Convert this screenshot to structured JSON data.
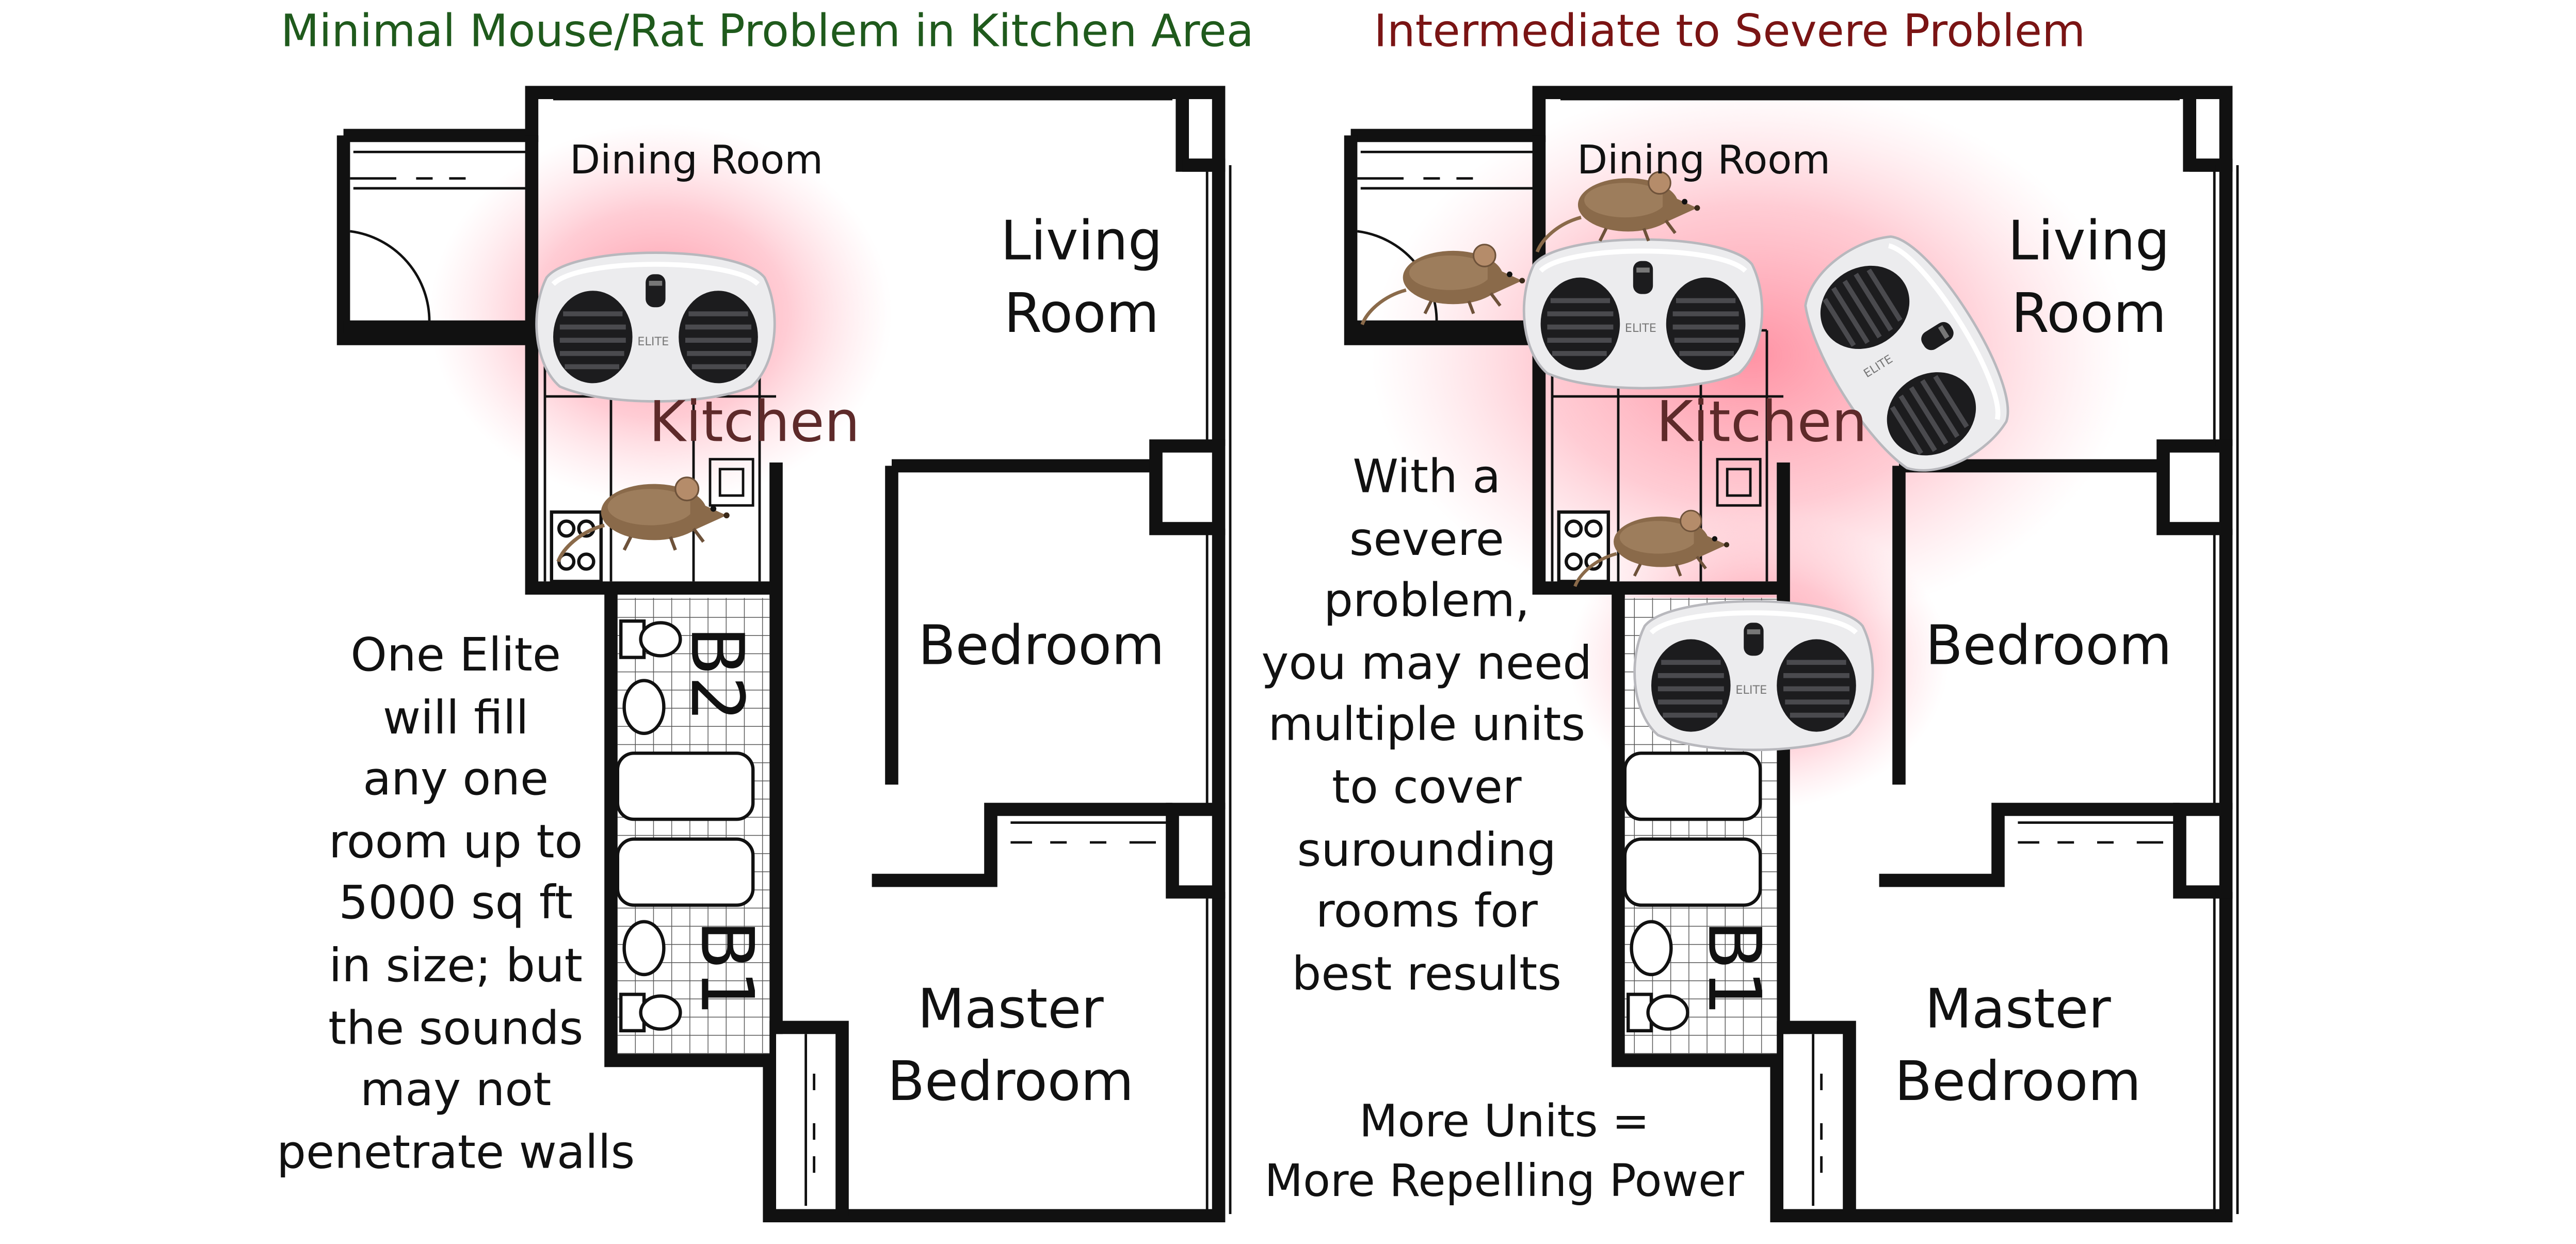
{
  "colors": {
    "left_title": "#1f5a1c",
    "right_title": "#7a1414",
    "coverage_glow": "#ff6f86",
    "wall": "#111111",
    "mouse": "#8a6a4a",
    "device_shell": "#ececee",
    "device_grill": "#1c1c1e"
  },
  "left": {
    "title": "Minimal Mouse/Rat Problem in Kitchen Area",
    "rooms": {
      "dining": "Dining Room",
      "living": [
        "Living",
        "Room"
      ],
      "kitchen": "Kitchen",
      "bedroom": "Bedroom",
      "master": [
        "Master",
        "Bedroom"
      ],
      "bath2": "B2",
      "bath1": "B1"
    },
    "caption": [
      "One Elite",
      "will fill",
      "any one",
      "room up to",
      "5000 sq ft",
      "in size; but",
      "the sounds",
      "may not",
      "penetrate walls"
    ]
  },
  "right": {
    "title": "Intermediate to Severe Problem",
    "rooms": {
      "dining": "Dining Room",
      "living": [
        "Living",
        "Room"
      ],
      "kitchen": "Kitchen",
      "bedroom": "Bedroom",
      "master": [
        "Master",
        "Bedroom"
      ],
      "bath1": "B1"
    },
    "caption": [
      "With a",
      "severe",
      "problem,",
      "you may need",
      "multiple units",
      "to cover",
      "suroundin​g",
      "rooms for",
      "best results"
    ],
    "footer": [
      "More Units =",
      "More Repelling Power"
    ]
  },
  "device": {
    "brand": "ELITE"
  }
}
